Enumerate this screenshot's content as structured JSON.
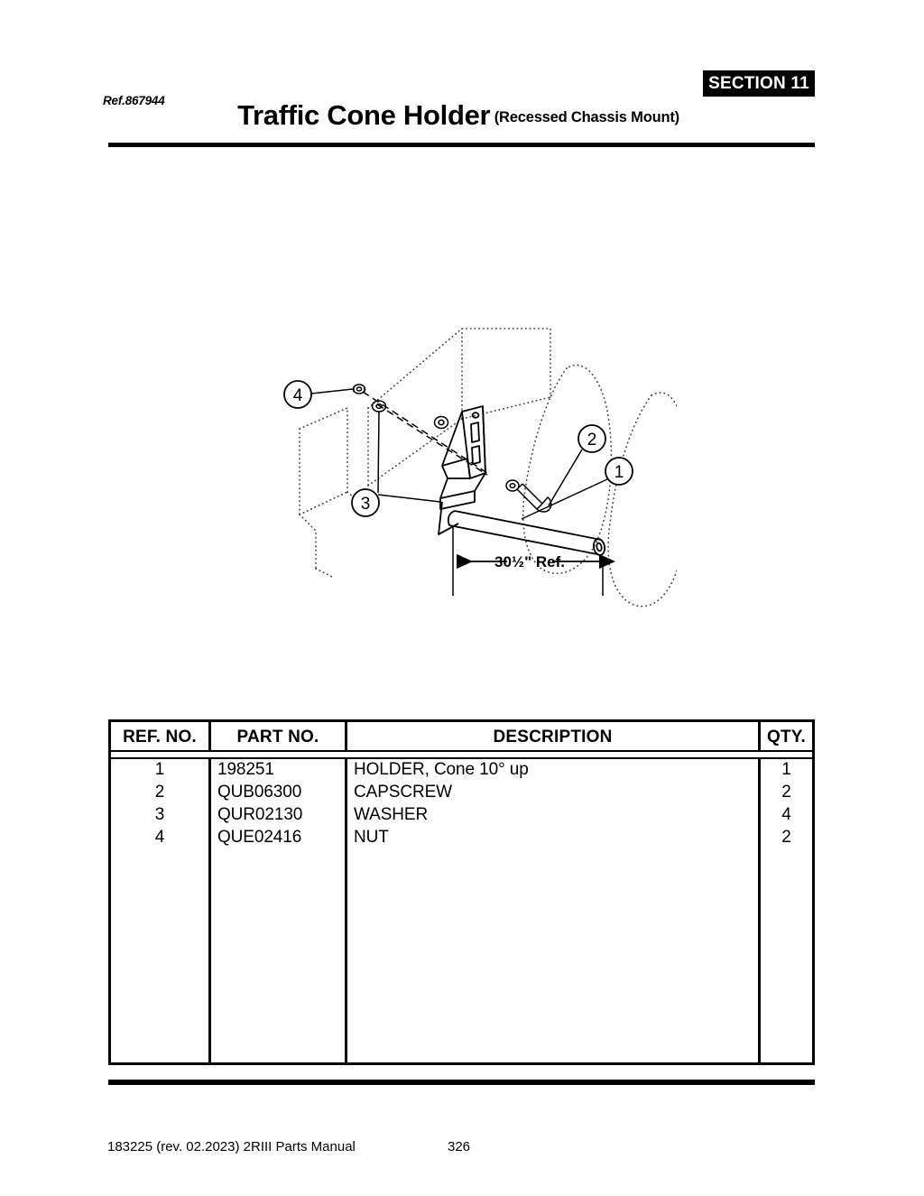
{
  "header": {
    "section_badge": "SECTION 11",
    "ref_code": "Ref.867944",
    "title_main": "Traffic Cone Holder",
    "title_sub": "(Recessed Chassis Mount)"
  },
  "diagram": {
    "dimension_label": "30½\" Ref.",
    "callouts": [
      {
        "id": "1",
        "label": "1"
      },
      {
        "id": "2",
        "label": "2"
      },
      {
        "id": "3",
        "label": "3"
      },
      {
        "id": "4",
        "label": "4"
      }
    ]
  },
  "table": {
    "columns": [
      "REF. NO.",
      "PART NO.",
      "DESCRIPTION",
      "QTY."
    ],
    "rows": [
      {
        "ref": "1",
        "part": "198251",
        "description": "HOLDER, Cone 10° up",
        "qty": "1"
      },
      {
        "ref": "2",
        "part": "QUB06300",
        "description": "CAPSCREW",
        "qty": "2"
      },
      {
        "ref": "3",
        "part": "QUR02130",
        "description": "WASHER",
        "qty": "4"
      },
      {
        "ref": "4",
        "part": "QUE02416",
        "description": "NUT",
        "qty": "2"
      }
    ]
  },
  "footer": {
    "document_info": "183225  (rev. 02.2023) 2RIII Parts Manual",
    "page_number": "326"
  }
}
